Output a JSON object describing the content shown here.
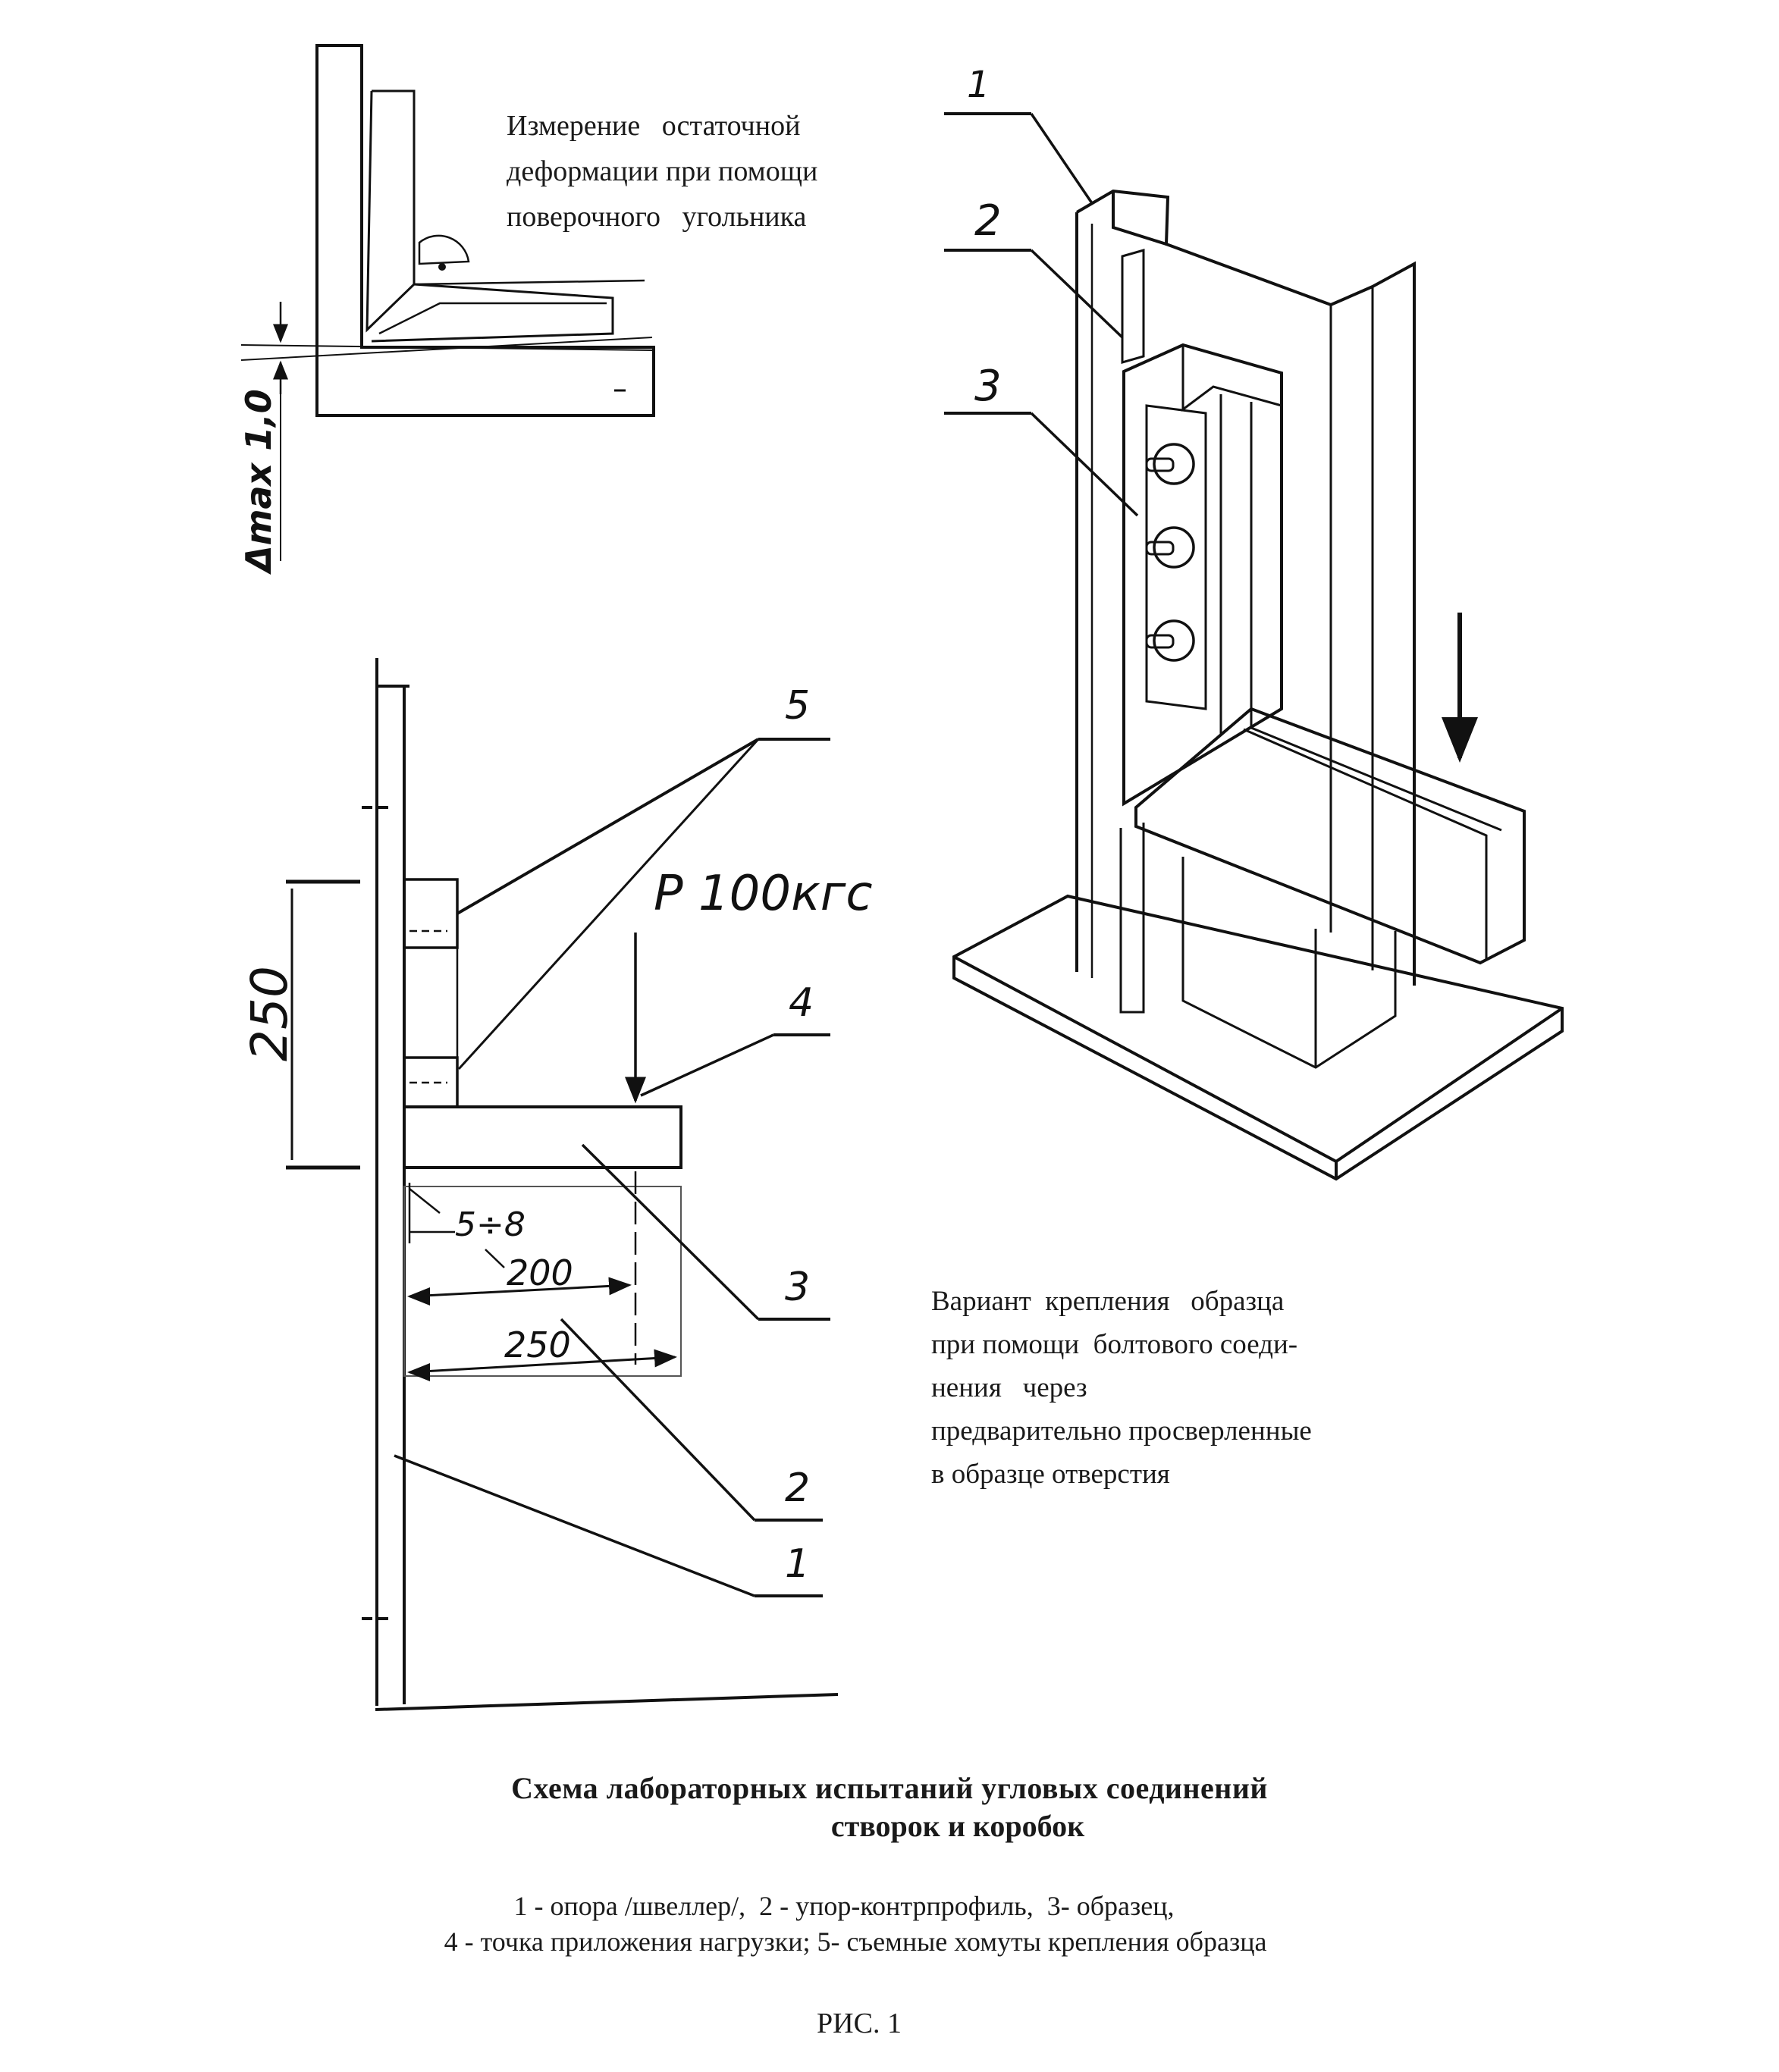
{
  "measure_text": [
    "Измерение   остаточной",
    "деформации при помощи",
    "поверочного   угольника"
  ],
  "delta_label": "Δmax 1,0",
  "load_label": "P 100кгс",
  "dim_250_vertical": "250",
  "dim_5_8": "5÷8",
  "dim_200": "200",
  "dim_250_horizontal": "250",
  "callouts_left": [
    "5",
    "4",
    "3",
    "2",
    "1"
  ],
  "callouts_right": [
    "1",
    "2",
    "3"
  ],
  "variant_text": [
    "Вариант  крепления   образца",
    "при помощи  болтового соеди-",
    "нения   через",
    "предварительно просверленные",
    "в образце отверстия"
  ],
  "title_lines": [
    "Схема лабораторных испытаний угловых соединений",
    "створок и коробок"
  ],
  "legend_lines": [
    "1 - опора /швеллер/,  2 - упор-контрпрофиль,  3- образец,",
    "4 - точка приложения нагрузки; 5- съемные хомуты крепления образца"
  ],
  "figure_label": "РИС. 1"
}
